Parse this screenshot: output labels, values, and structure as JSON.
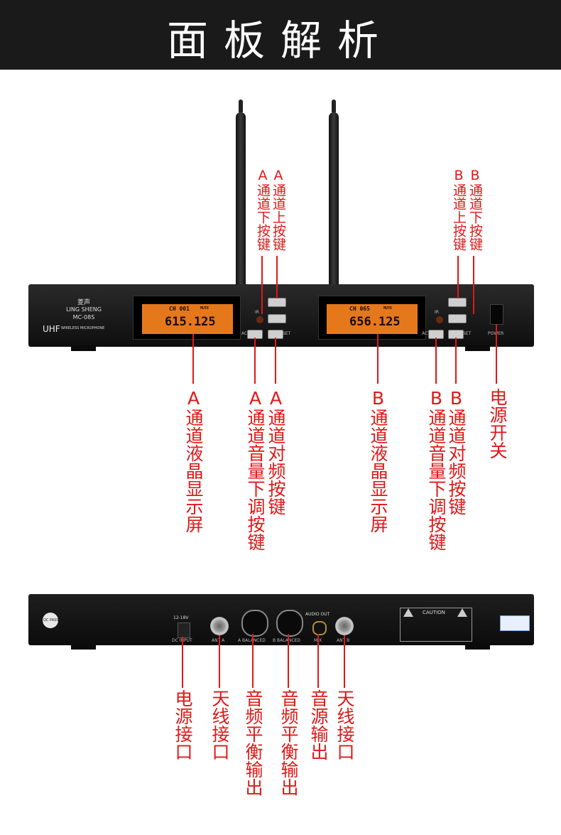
{
  "header": {
    "title": "面板解析"
  },
  "front_panel": {
    "brand_cn": "菱声",
    "brand_en": "LING SHENG",
    "model": "MC-08S",
    "uhf": "UHF",
    "wireless": "WIRELESS MICROPHONE",
    "ir": "IR",
    "act": "ACT",
    "set": "SET",
    "power": "POWER",
    "lcd_a": {
      "channel": "CH 001",
      "mute": "MUTE",
      "freq": "615.125"
    },
    "lcd_b": {
      "channel": "CH 065",
      "mute": "MUTE",
      "freq": "656.125"
    }
  },
  "rear_panel": {
    "caution": "CAUTION",
    "dc_input": "DC INPUT",
    "voltage": "12-18V",
    "ant_a": "ANT A",
    "balanced_a": "A BALANCED",
    "balanced_b": "B BALANCED",
    "audio_out": "AUDIO OUT",
    "mix": "MIX",
    "ant_b": "ANT B",
    "qc": "QC PASS"
  },
  "labels": {
    "a_down": "A通道下按键",
    "a_up": "A通道上按键",
    "b_up": "B通道上按键",
    "b_down": "B通道下按键",
    "a_lcd": "A通道液晶显示屏",
    "a_volume": "A通道音量下调按键",
    "a_pair": "A通道对频按键",
    "b_lcd": "B通道液晶显示屏",
    "b_volume": "B通道音量下调按键",
    "b_pair": "B通道对频按键",
    "power_switch": "电源开关",
    "power_port": "电源接口",
    "antenna_a": "天线接口",
    "audio_bal_a": "音频平衡输出",
    "audio_bal_b": "音频平衡输出",
    "audio_mix": "音源输出",
    "antenna_b": "天线接口"
  },
  "colors": {
    "accent_red": "#e01818",
    "lcd_orange": "#e6781c",
    "header_bg": "#1a1a1a"
  }
}
